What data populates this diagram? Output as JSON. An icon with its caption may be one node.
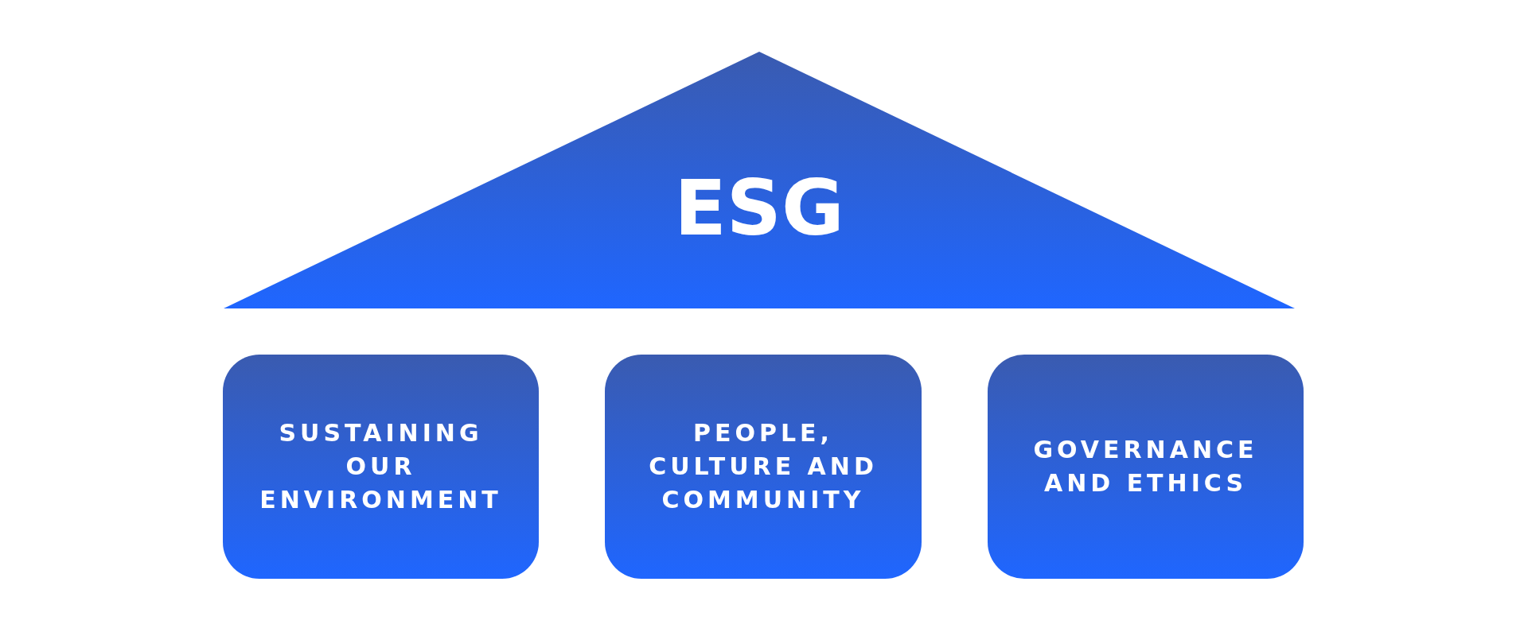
{
  "diagram": {
    "nodes": [
      {
        "text": [
          "ESG"
        ]
      },
      {
        "text": [
          "SUSTAINING OUR ENVIRONMENT"
        ]
      },
      {
        "text": [
          "PEOPLE, CULTURE AND COMMUNITY"
        ]
      },
      {
        "text": [
          "GOVERNANCE AND ETHICS"
        ]
      }
    ]
  }
}
